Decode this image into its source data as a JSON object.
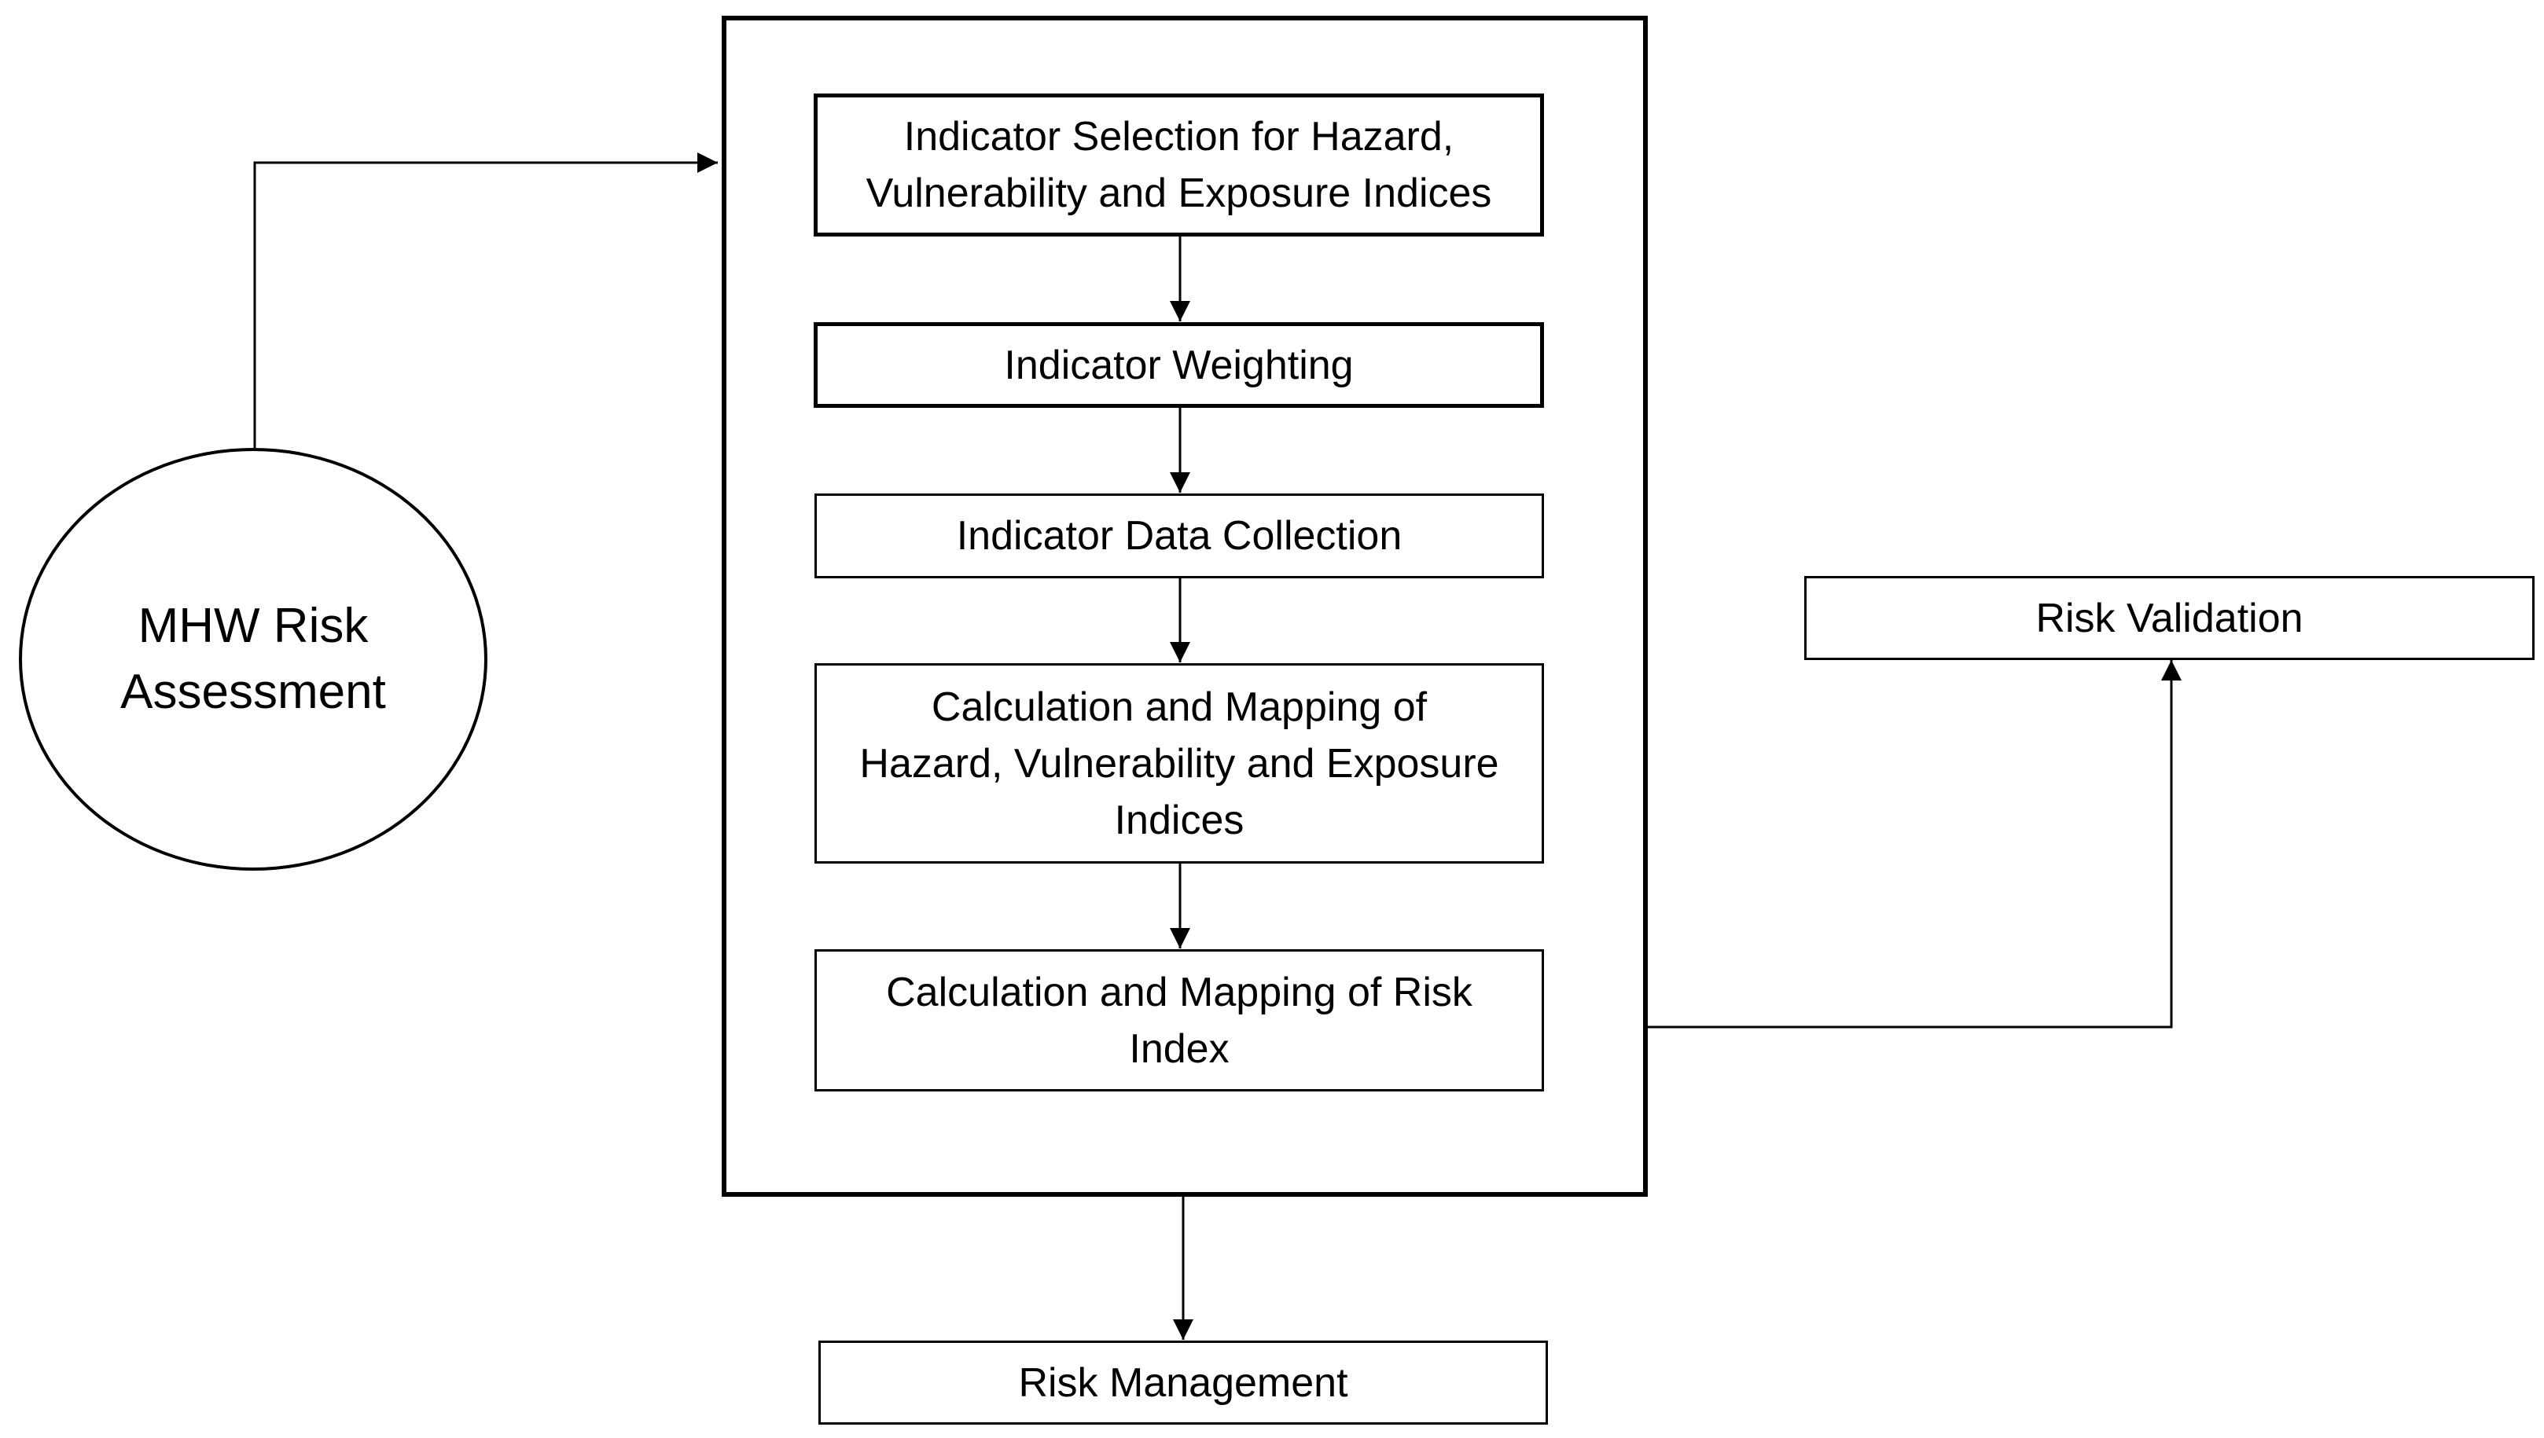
{
  "diagram": {
    "start_node": {
      "label": "MHW Risk\nAssessment"
    },
    "process_steps": [
      {
        "label": "Indicator Selection for Hazard,\nVulnerability and Exposure Indices"
      },
      {
        "label": "Indicator Weighting"
      },
      {
        "label": "Indicator Data Collection"
      },
      {
        "label": "Calculation and Mapping of\nHazard, Vulnerability and Exposure\nIndices"
      },
      {
        "label": "Calculation and Mapping of Risk\nIndex"
      }
    ],
    "validation_node": {
      "label": "Risk Validation"
    },
    "management_node": {
      "label": "Risk Management"
    }
  }
}
